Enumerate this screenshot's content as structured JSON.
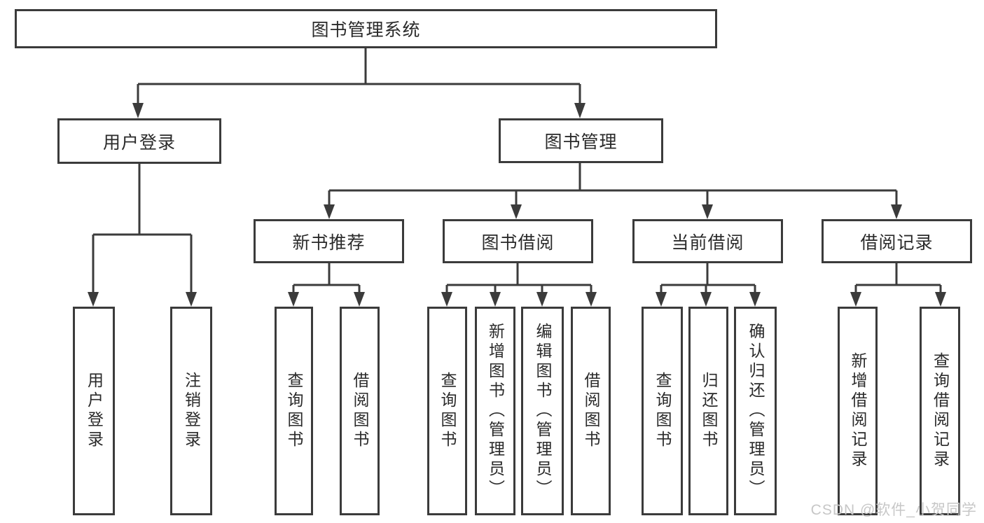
{
  "colors": {
    "background": "#ffffff",
    "line": "#3b3b3b",
    "box_border": "#3b3b3b",
    "text": "#2a2a2a",
    "watermark": "#c7c7c7"
  },
  "tree": {
    "root": {
      "label": "图书管理系统"
    },
    "branches": [
      {
        "label": "用户登录",
        "children": [
          {
            "label": "用户登录"
          },
          {
            "label": "注销登录"
          }
        ]
      },
      {
        "label": "图书管理",
        "children": [
          {
            "label": "新书推荐",
            "children": [
              {
                "label": "查询图书"
              },
              {
                "label": "借阅图书"
              }
            ]
          },
          {
            "label": "图书借阅",
            "children": [
              {
                "label": "查询图书"
              },
              {
                "label": "新增图书（管理员）"
              },
              {
                "label": "编辑图书（管理员）"
              },
              {
                "label": "借阅图书"
              }
            ]
          },
          {
            "label": "当前借阅",
            "children": [
              {
                "label": "查询图书"
              },
              {
                "label": "归还图书"
              },
              {
                "label": "确认归还（管理员）"
              }
            ]
          },
          {
            "label": "借阅记录",
            "children": [
              {
                "label": "新增借阅记录"
              },
              {
                "label": "查询借阅记录"
              }
            ]
          }
        ]
      }
    ]
  },
  "watermark": {
    "text": "CSDN @软件_小贺同学"
  }
}
